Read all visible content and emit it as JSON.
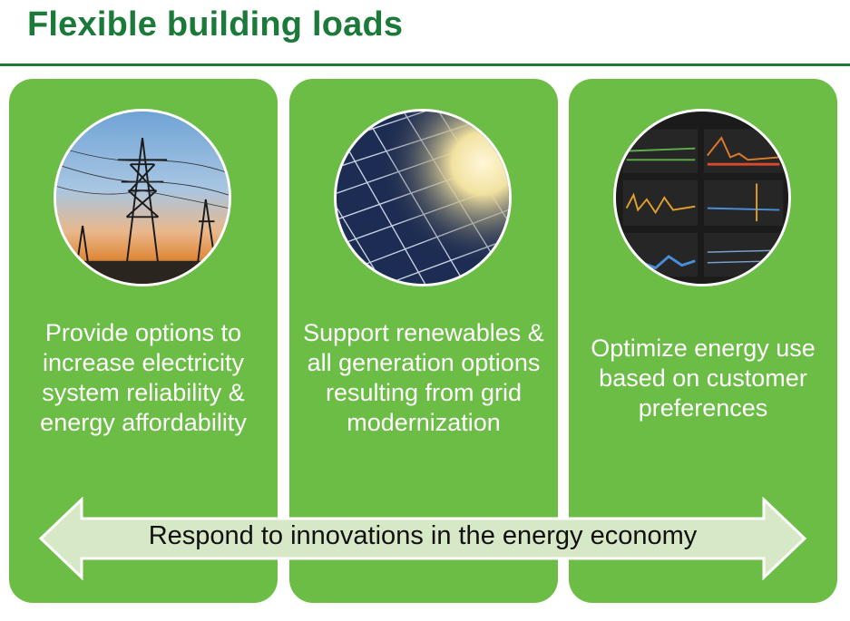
{
  "title": "Flexible building loads",
  "panels": [
    {
      "text": "Provide options to increase electricity system reliability & energy affordability",
      "image_icon": "power-lines-sunset-icon"
    },
    {
      "text": "Support renewables & all generation options resulting from grid modernization",
      "image_icon": "solar-panel-icon"
    },
    {
      "text": "Optimize energy use based on customer preferences",
      "image_icon": "energy-dashboard-icon"
    }
  ],
  "arrow": {
    "text": "Respond to innovations in the energy economy"
  },
  "colors": {
    "title_green": "#1b7a3a",
    "panel_green": "#6cbd45",
    "arrow_fill": "#d6e8c6",
    "arrow_border": "#ffffff"
  }
}
